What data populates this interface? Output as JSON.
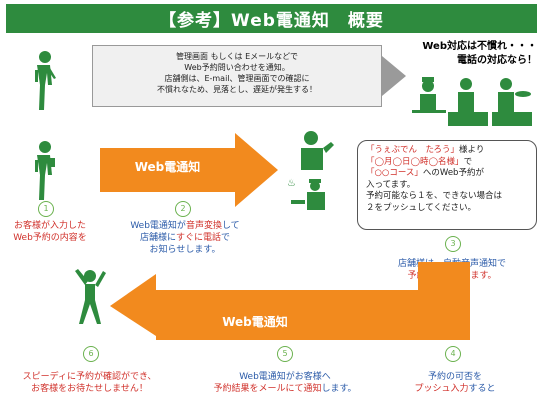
{
  "title": "【参考】Web電通知　概要",
  "top_note": {
    "line1": "Web対応は不慣れ・・・",
    "line2": "電話の対応なら！"
  },
  "old_flow_box": {
    "line1": "管理画面 もしくは Eメールなどで",
    "line2": "Web予約問い合わせを通知。",
    "line3": "店舗側は、E-mail、管理画面での確認に",
    "line4": "不慣れなため、見落とし、遅延が発生する！"
  },
  "arrow1_label": "Web電通知",
  "arrow2_label": "Web電通知",
  "bubble": {
    "l1_a": "「うぇぶでん　たろう」",
    "l1_b": "様より",
    "l2_a": "「◯月◯日◯時◯名様」",
    "l2_b": "で",
    "l3_a": "「○○コース」",
    "l3_b": "へのWeb予約が",
    "l4": "入ってます。",
    "l5": "予約可能なら１を、できない場合は",
    "l6": "２をプッシュしてください。"
  },
  "steps": {
    "s1": {
      "num": "1",
      "line1": "お客様が入力した",
      "line2": "Web予約の内容を"
    },
    "s2": {
      "num": "2",
      "line1_a": "Web電通知が",
      "line1_b": "音声変換",
      "line1_c": "して",
      "line2_a": "店舗様に",
      "line2_b": "すぐに電話",
      "line2_c": "で",
      "line3": "お知らせします。"
    },
    "s3": {
      "num": "3",
      "line1": "店舗様は、自動音声通知で",
      "line2": "予約を確認できます。"
    },
    "s4": {
      "num": "4",
      "line1": "予約の可否を",
      "line2_a": "プッシュ入力",
      "line2_b": "すると"
    },
    "s5": {
      "num": "5",
      "line1": "Web電通知がお客様へ",
      "line2_a": "予約結果をメールにて通知",
      "line2_b": "します。"
    },
    "s6": {
      "num": "6",
      "line1": "スピーディに予約が確認ができ、",
      "line2": "お客様をお待たせしません！"
    }
  },
  "colors": {
    "green": "#2e8b3e",
    "orange": "#f28a1e",
    "blue": "#2a5aa8",
    "red": "#d0302a"
  }
}
